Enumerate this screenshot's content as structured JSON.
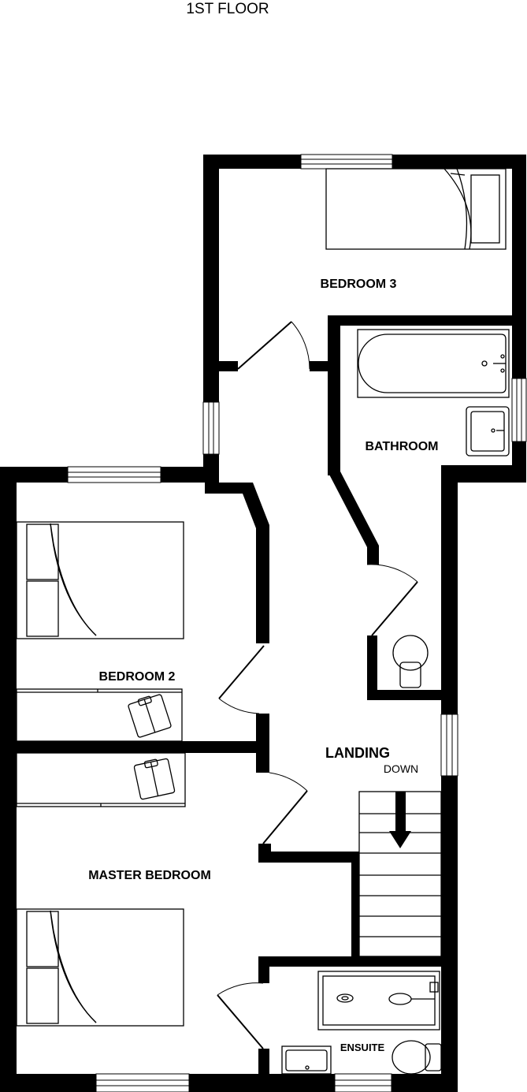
{
  "plan": {
    "floor_title": "1ST FLOOR",
    "rooms": {
      "bedroom3": "BEDROOM 3",
      "bathroom": "BATHROOM",
      "bedroom2": "BEDROOM 2",
      "landing": "LANDING",
      "master": "MASTER BEDROOM",
      "ensuite": "ENSUITE"
    },
    "stairs_label": "DOWN"
  }
}
